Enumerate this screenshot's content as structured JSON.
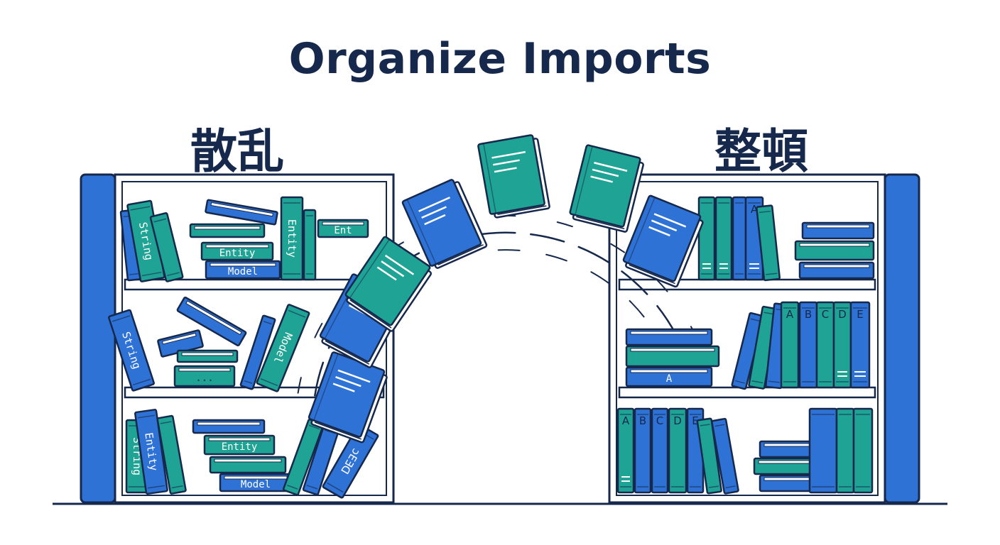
{
  "title": "Organize Imports",
  "labels": {
    "messy": "散乱",
    "tidy": "整頓"
  },
  "book_labels": {
    "string": "String",
    "entity": "Entity",
    "ent": "Ent",
    "model": "Model",
    "ellipsis": "...",
    "a": "A",
    "b": "B",
    "c": "C",
    "d": "D",
    "e": "E",
    "mirrored": "ɔEƎᗡ"
  },
  "colors": {
    "navy": "#16294d",
    "blue": "#2f72d6",
    "teal": "#1fa394",
    "white": "#ffffff"
  }
}
